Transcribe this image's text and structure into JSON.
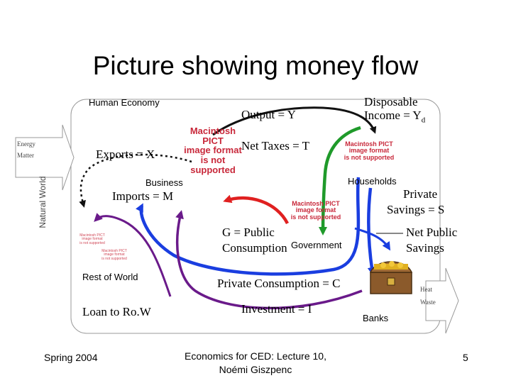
{
  "slide": {
    "title": "Picture showing money flow",
    "labels": {
      "human_economy": "Human Economy",
      "output": "Output = Y",
      "disposable_line1": "Disposable",
      "disposable_line2": "Income = Y",
      "disposable_sub": "d",
      "energy": "Energy",
      "matter": "Matter",
      "natural_world": "Natural World",
      "exports": "Exports = X",
      "net_taxes": "Net Taxes = T",
      "households": "Households",
      "business": "Business",
      "imports": "Imports = M",
      "private_savings_line1": "Private",
      "private_savings_line2": "Savings = S",
      "g_public_line1": "G = Public",
      "g_public_line2": "Consumption",
      "government": "Government",
      "net_public_line1": "Net Public",
      "net_public_line2": "Savings",
      "rest_of_world": "Rest of World",
      "private_consumption": "Private Consumption = C",
      "heat": "Heat",
      "waste": "Waste",
      "loan": "Loan to Ro.W",
      "investment": "Investment = I",
      "banks": "Banks"
    },
    "pict_placeholders": {
      "pict1_line1": "Macintosh PICT",
      "pict1_line2": "image format",
      "pict1_line3": "is not supported",
      "pict2_line1": "Macintosh PICT",
      "pict2_line2": "image format",
      "pict2_line3": "is not supported",
      "pict3_line1": "Macintosh PICT",
      "pict3_line2": "image format",
      "pict3_line3": "is not supported",
      "pict4_line1": "Macintosh PICT",
      "pict4_line2": "image format",
      "pict4_line3": "is not supported",
      "pict5_line1": "Macintosh PICT",
      "pict5_line2": "image format",
      "pict5_line3": "is not supported"
    },
    "footer": {
      "left": "Spring 2004",
      "center_line1": "Economics for CED: Lecture 10,",
      "center_line2": "Noémi Giszpenc",
      "page": "5"
    },
    "colors": {
      "output_arrow": "#111111",
      "taxes_arrow": "#1f9a2a",
      "imports_arrow": "#e02020",
      "savings_arrow": "#1a3ee0",
      "consumption_arrow": "#1a3ee0",
      "investment_arrow": "#6a1a8a",
      "pict_text": "#c8283a"
    }
  }
}
